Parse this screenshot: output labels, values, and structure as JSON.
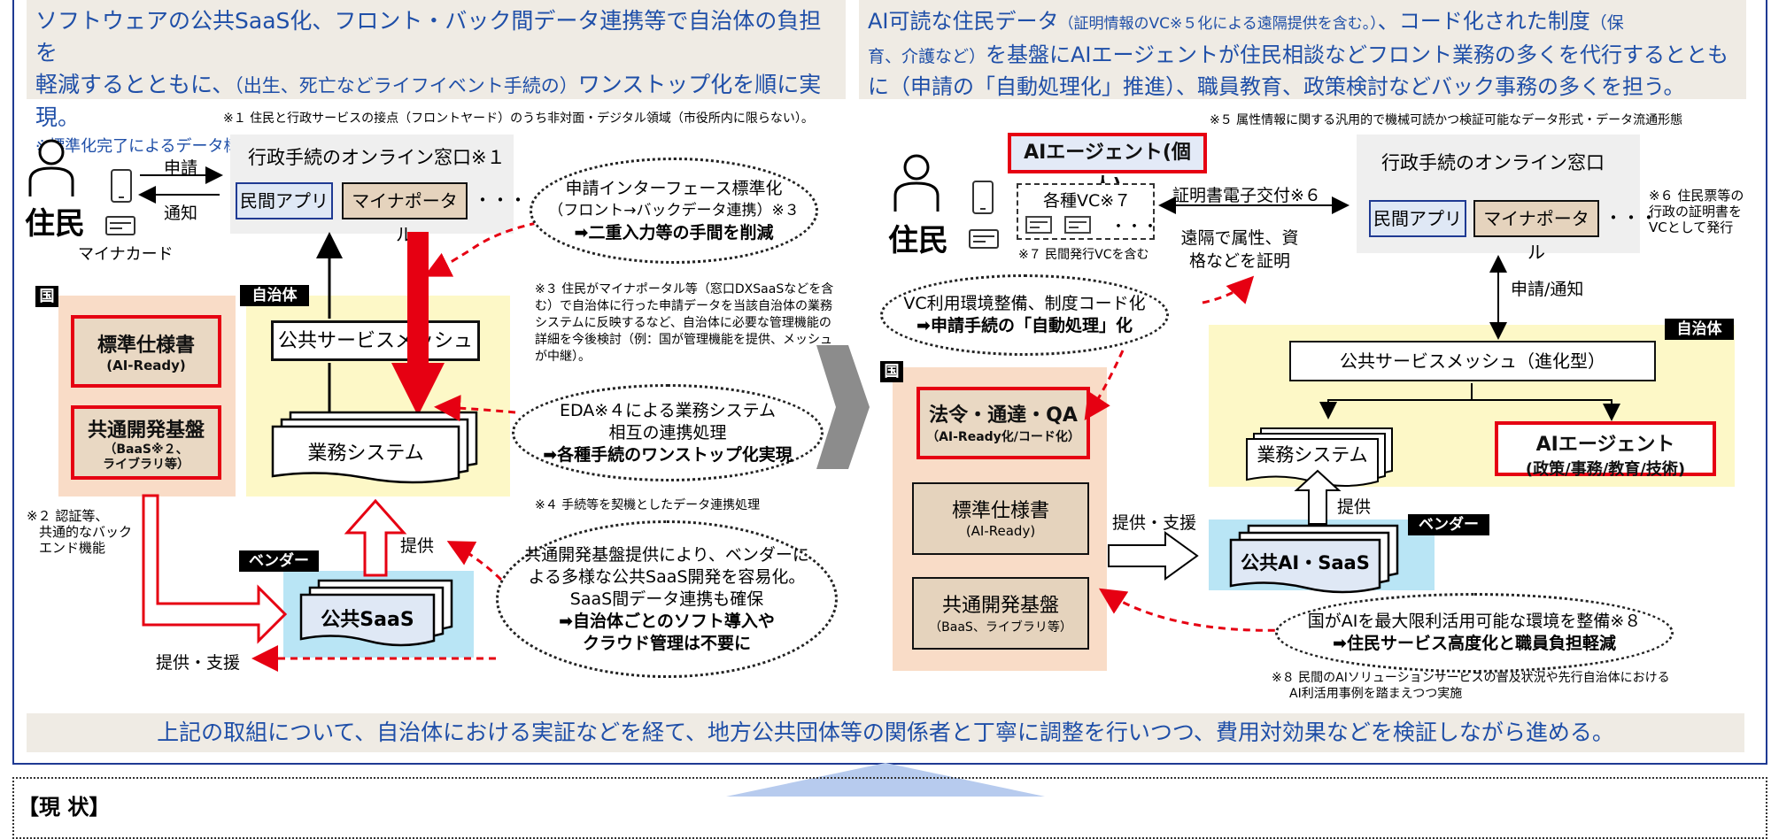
{
  "header_left": {
    "line1": "ソフトウェアの公共SaaS化、フロント・バック間データ連携等で自治体の負担を",
    "line2a": "軽減するとともに、",
    "line2b": "（出生、死亡などライフイベント手続の）",
    "line2c": "ワンストップ化を順に実現。",
    "line3": "※標準化完了によるデータ構造の共通化などが前提。"
  },
  "header_right": {
    "line1a": "AI可読な住民データ",
    "line1b": "（証明情報のVC※５化による遠隔提供を含む。）",
    "line1c": "、コード化された制度",
    "line1d": "（保",
    "line2a": "育、介護など）",
    "line2b": "を基盤にAIエージェントが住民相談などフロント業務の多くを代行するととも",
    "line3": "に（申請の「自動処理化」推進）、職員教育、政策検討などバック事務の多くを担う。"
  },
  "left": {
    "note1": "※１ 住民と行政サービスの接点（フロントヤード）のうち非対面・デジタル領域（市役所内に限らない）。",
    "resident": "住民",
    "mynumber_card": "マイナカード",
    "apply": "申請",
    "notify": "通知",
    "online_window": "行政手続のオンライン窓口※１",
    "private_app": "民間アプリ",
    "mynaportal": "マイナポータル",
    "dots": "・・・",
    "country_tag": "国",
    "spec_title": "標準仕様書",
    "spec_sub": "(AI-Ready)",
    "platform_title": "共通開発基盤",
    "platform_sub1": "（BaaS※２、",
    "platform_sub2": "ライブラリ等）",
    "note2_l1": "※２ 認証等、",
    "note2_l2": "共通的なバック",
    "note2_l3": "エンド機能",
    "local_tag": "自治体",
    "mesh": "公共サービスメッシュ",
    "business_system": "業務システム",
    "vendor_tag": "ベンダー",
    "saas": "公共SaaS",
    "provide": "提供",
    "provide_support": "提供・支援",
    "cloud1_l1": "申請インターフェース標準化",
    "cloud1_l2": "（フロント→バックデータ連携）※３",
    "cloud1_l3": "➡二重入力等の手間を削減",
    "note3": "※３ 住民がマイナポータル等（窓口DXSaaSなどを含む）で自治体に行った申請データを当該自治体の業務システムに反映するなど、自治体に必要な管理機能の詳細を今後検討（例：国が管理機能を提供、メッシュが中継）。",
    "cloud2_l1": "EDA※４による業務システム",
    "cloud2_l2": "相互の連携処理",
    "cloud2_l3": "➡各種手続のワンストップ化実現",
    "note4": "※４ 手続等を契機としたデータ連携処理",
    "cloud3_l1": "共通開発基盤提供により、ベンダーに",
    "cloud3_l2": "よる多様な公共SaaS開発を容易化。",
    "cloud3_l3": "SaaS間データ連携も確保",
    "cloud3_l4": "➡自治体ごとのソフト導入や",
    "cloud3_l5": "クラウド管理は不要に"
  },
  "right": {
    "note5": "※５ 属性情報に関する汎用的で機械可読かつ検証可能なデータ形式・データ流通形態",
    "ai_agent_personal": "AIエージェント(個人)",
    "resident": "住民",
    "vc_label": "各種VC※７",
    "dots": "・・・",
    "note7": "※７ 民間発行VCを含む",
    "cert_issue": "証明書電子交付※６",
    "remote_prove": "遠隔で属性、資格などを証明",
    "online_window": "行政手続のオンライン窓口",
    "private_app": "民間アプリ",
    "mynaportal": "マイナポータル",
    "note6": "※６ 住民票等の行政の証明書をVCとして発行",
    "apply_notify": "申請/通知",
    "cloud_vc_l1": "VC利用環境整備、制度コード化",
    "cloud_vc_l2": "➡申請手続の「自動処理」化",
    "country_tag": "国",
    "law_title": "法令・通達・QA",
    "law_sub": "（AI-Ready化/コード化）",
    "spec_title": "標準仕様書",
    "spec_sub": "(AI-Ready)",
    "platform_title": "共通開発基盤",
    "platform_sub": "（BaaS、ライブラリ等）",
    "provide_support": "提供・支援",
    "local_tag": "自治体",
    "mesh": "公共サービスメッシュ（進化型）",
    "business_system": "業務システム",
    "ai_agent_l1": "AIエージェント",
    "ai_agent_l2": "(政策/事務/教育/技術)",
    "provide": "提供",
    "vendor_tag": "ベンダー",
    "saas": "公共AI・SaaS",
    "cloud_ai_l1": "国がAIを最大限利活用可能な環境を整備※８",
    "cloud_ai_l2": "➡住民サービス高度化と職員負担軽減",
    "note8_l1": "※８ 民間のAIソリューションサービスの普及状況や先行自治体における",
    "note8_l2": "AI利活用事例を踏まえつつ実施"
  },
  "footer": "上記の取組について、自治体における実証などを経て、地方公共団体等の関係者と丁寧に調整を行いつつ、費用対効果などを検証しながら進める。",
  "current_status": "【現 状】",
  "colors": {
    "accent_blue": "#1f4fa8",
    "red": "#e60012",
    "tan": "#e5d3bd",
    "yellow": "#fdf8c7",
    "cyan": "#b9e5f5"
  }
}
